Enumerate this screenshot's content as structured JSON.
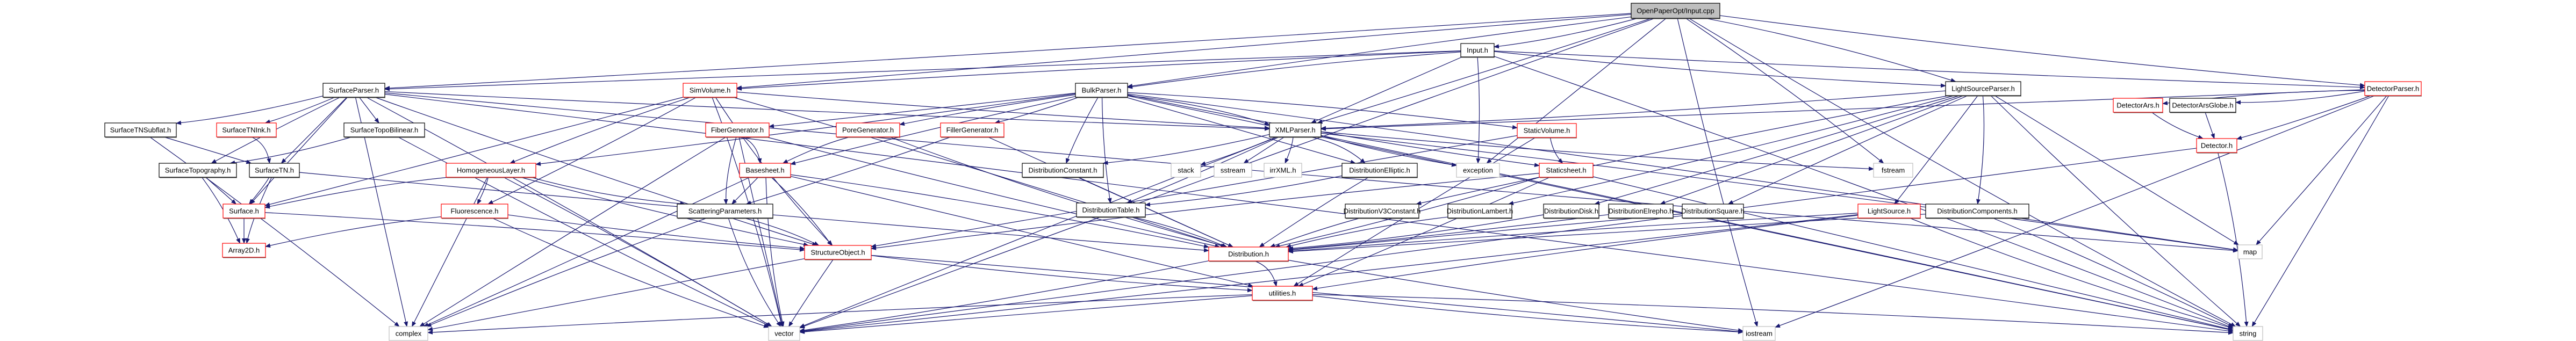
{
  "graph": {
    "title": "OpenPaperOpt/Input.cpp include dependency graph",
    "colors": {
      "edge": "#191970",
      "root_fill": "#bfbfbf",
      "node_border_documented": "#000000",
      "node_border_undocumented": "#ff0000",
      "node_border_external": "#bfbfbf",
      "node_fill": "#ffffff"
    },
    "nodes": [
      {
        "id": "root",
        "label": "OpenPaperOpt/Input.cpp",
        "kind": "root"
      },
      {
        "id": "input_h",
        "label": "Input.h",
        "kind": "normal"
      },
      {
        "id": "surfaceparser",
        "label": "SurfaceParser.h",
        "kind": "normal"
      },
      {
        "id": "simvolume",
        "label": "SimVolume.h",
        "kind": "red"
      },
      {
        "id": "bulkparser",
        "label": "BulkParser.h",
        "kind": "normal"
      },
      {
        "id": "lightsourceparser",
        "label": "LightSourceParser.h",
        "kind": "normal"
      },
      {
        "id": "detectorparser",
        "label": "DetectorParser.h",
        "kind": "red"
      },
      {
        "id": "surfacetnsubflat",
        "label": "SurfaceTNSubflat.h",
        "kind": "normal"
      },
      {
        "id": "surfacetnink",
        "label": "SurfaceTNInk.h",
        "kind": "red"
      },
      {
        "id": "surfacetopobilinear",
        "label": "SurfaceTopoBilinear.h",
        "kind": "normal"
      },
      {
        "id": "fibergenerator",
        "label": "FiberGenerator.h",
        "kind": "red"
      },
      {
        "id": "poregenerator",
        "label": "PoreGenerator.h",
        "kind": "red"
      },
      {
        "id": "fillergenerator",
        "label": "FillerGenerator.h",
        "kind": "red"
      },
      {
        "id": "xmlparser",
        "label": "XMLParser.h",
        "kind": "normal"
      },
      {
        "id": "staticvolume",
        "label": "StaticVolume.h",
        "kind": "red"
      },
      {
        "id": "detectorars",
        "label": "DetectorArs.h",
        "kind": "red"
      },
      {
        "id": "detectorarsglobe",
        "label": "DetectorArsGlobe.h",
        "kind": "normal"
      },
      {
        "id": "surfacetopography",
        "label": "SurfaceTopography.h",
        "kind": "normal"
      },
      {
        "id": "surfacetn",
        "label": "SurfaceTN.h",
        "kind": "normal"
      },
      {
        "id": "homogeneouslayer",
        "label": "HomogeneousLayer.h",
        "kind": "red"
      },
      {
        "id": "basesheet",
        "label": "Basesheet.h",
        "kind": "red"
      },
      {
        "id": "distributionconstant",
        "label": "DistributionConstant.h",
        "kind": "normal"
      },
      {
        "id": "stack",
        "label": "stack",
        "kind": "external"
      },
      {
        "id": "sstream",
        "label": "sstream",
        "kind": "external"
      },
      {
        "id": "irrxml",
        "label": "irrXML.h",
        "kind": "external"
      },
      {
        "id": "distributionelliptic",
        "label": "DistributionElliptic.h",
        "kind": "normal"
      },
      {
        "id": "exception",
        "label": "exception",
        "kind": "external"
      },
      {
        "id": "staticsheet",
        "label": "Staticsheet.h",
        "kind": "red"
      },
      {
        "id": "fstream",
        "label": "fstream",
        "kind": "external"
      },
      {
        "id": "detector",
        "label": "Detector.h",
        "kind": "red"
      },
      {
        "id": "surface",
        "label": "Surface.h",
        "kind": "red"
      },
      {
        "id": "fluorescence",
        "label": "Fluorescence.h",
        "kind": "red"
      },
      {
        "id": "scatteringparameters",
        "label": "ScatteringParameters.h",
        "kind": "normal"
      },
      {
        "id": "distributiontable",
        "label": "DistributionTable.h",
        "kind": "normal"
      },
      {
        "id": "distributionv3constant",
        "label": "DistributionV3Constant.h",
        "kind": "normal"
      },
      {
        "id": "distributionlambert",
        "label": "DistributionLambert.h",
        "kind": "normal"
      },
      {
        "id": "distributiondisk",
        "label": "DistributionDisk.h",
        "kind": "normal"
      },
      {
        "id": "distributionelrepho",
        "label": "DistributionElrepho.h",
        "kind": "normal"
      },
      {
        "id": "distributionsquare",
        "label": "DistributionSquare.h",
        "kind": "normal"
      },
      {
        "id": "lightsource",
        "label": "LightSource.h",
        "kind": "red"
      },
      {
        "id": "distributioncomponents",
        "label": "DistributionComponents.h",
        "kind": "normal"
      },
      {
        "id": "map",
        "label": "map",
        "kind": "external"
      },
      {
        "id": "array2d",
        "label": "Array2D.h",
        "kind": "red"
      },
      {
        "id": "structureobject",
        "label": "StructureObject.h",
        "kind": "red"
      },
      {
        "id": "distribution",
        "label": "Distribution.h",
        "kind": "red"
      },
      {
        "id": "utilities",
        "label": "utilities.h",
        "kind": "red"
      },
      {
        "id": "complex",
        "label": "complex",
        "kind": "external"
      },
      {
        "id": "vector",
        "label": "vector",
        "kind": "external"
      },
      {
        "id": "iostream",
        "label": "iostream",
        "kind": "external"
      },
      {
        "id": "string",
        "label": "string",
        "kind": "external"
      }
    ],
    "edges": [
      [
        "root",
        "input_h"
      ],
      [
        "root",
        "surfaceparser"
      ],
      [
        "root",
        "simvolume"
      ],
      [
        "root",
        "bulkparser"
      ],
      [
        "root",
        "lightsourceparser"
      ],
      [
        "root",
        "detectorparser"
      ],
      [
        "root",
        "xmlparser"
      ],
      [
        "root",
        "exception"
      ],
      [
        "root",
        "fstream"
      ],
      [
        "root",
        "vector"
      ],
      [
        "root",
        "string"
      ],
      [
        "root",
        "iostream"
      ],
      [
        "input_h",
        "surfaceparser"
      ],
      [
        "input_h",
        "simvolume"
      ],
      [
        "input_h",
        "bulkparser"
      ],
      [
        "input_h",
        "lightsourceparser"
      ],
      [
        "input_h",
        "detectorparser"
      ],
      [
        "input_h",
        "xmlparser"
      ],
      [
        "input_h",
        "exception"
      ],
      [
        "input_h",
        "string"
      ],
      [
        "surfaceparser",
        "surfacetnsubflat"
      ],
      [
        "surfaceparser",
        "surfacetnink"
      ],
      [
        "surfaceparser",
        "surfacetopobilinear"
      ],
      [
        "surfaceparser",
        "surfacetopography"
      ],
      [
        "surfaceparser",
        "surfacetn"
      ],
      [
        "surfaceparser",
        "surface"
      ],
      [
        "surfaceparser",
        "xmlparser"
      ],
      [
        "surfaceparser",
        "complex"
      ],
      [
        "surfaceparser",
        "vector"
      ],
      [
        "surfaceparser",
        "string"
      ],
      [
        "surfaceparser",
        "map"
      ],
      [
        "surfaceparser",
        "structureobject"
      ],
      [
        "surfacetnsubflat",
        "surfacetn"
      ],
      [
        "surfacetnsubflat",
        "complex"
      ],
      [
        "surfacetnink",
        "surfacetn"
      ],
      [
        "surfacetopobilinear",
        "surfacetopography"
      ],
      [
        "surfacetopobilinear",
        "vector"
      ],
      [
        "surfacetopography",
        "surface"
      ],
      [
        "surfacetopography",
        "array2d"
      ],
      [
        "surfacetn",
        "surface"
      ],
      [
        "surfacetn",
        "array2d"
      ],
      [
        "surfacetn",
        "distribution"
      ],
      [
        "surface",
        "array2d"
      ],
      [
        "surface",
        "structureobject"
      ],
      [
        "simvolume",
        "homogeneouslayer"
      ],
      [
        "simvolume",
        "structureobject"
      ],
      [
        "simvolume",
        "xmlparser"
      ],
      [
        "simvolume",
        "surface"
      ],
      [
        "simvolume",
        "distribution"
      ],
      [
        "simvolume",
        "vector"
      ],
      [
        "simvolume",
        "fluorescence"
      ],
      [
        "bulkparser",
        "fillergenerator"
      ],
      [
        "bulkparser",
        "fibergenerator"
      ],
      [
        "bulkparser",
        "poregenerator"
      ],
      [
        "bulkparser",
        "xmlparser"
      ],
      [
        "bulkparser",
        "distributionconstant"
      ],
      [
        "bulkparser",
        "distributiontable"
      ],
      [
        "bulkparser",
        "distributionelliptic"
      ],
      [
        "bulkparser",
        "basesheet"
      ],
      [
        "bulkparser",
        "staticvolume"
      ],
      [
        "bulkparser",
        "staticsheet"
      ],
      [
        "bulkparser",
        "homogeneouslayer"
      ],
      [
        "bulkparser",
        "string"
      ],
      [
        "bulkparser",
        "map"
      ],
      [
        "fibergenerator",
        "basesheet"
      ],
      [
        "fibergenerator",
        "scatteringparameters"
      ],
      [
        "fibergenerator",
        "distribution"
      ],
      [
        "fibergenerator",
        "vector"
      ],
      [
        "fibergenerator",
        "complex"
      ],
      [
        "poregenerator",
        "basesheet"
      ],
      [
        "poregenerator",
        "distribution"
      ],
      [
        "fillergenerator",
        "scatteringparameters"
      ],
      [
        "fillergenerator",
        "distribution"
      ],
      [
        "homogeneouslayer",
        "fluorescence"
      ],
      [
        "homogeneouslayer",
        "surface"
      ],
      [
        "homogeneouslayer",
        "scatteringparameters"
      ],
      [
        "homogeneouslayer",
        "structureobject"
      ],
      [
        "homogeneouslayer",
        "complex"
      ],
      [
        "homogeneouslayer",
        "vector"
      ],
      [
        "fluorescence",
        "array2d"
      ],
      [
        "fluorescence",
        "vector"
      ],
      [
        "fluorescence",
        "structureobject"
      ],
      [
        "basesheet",
        "scatteringparameters"
      ],
      [
        "basesheet",
        "structureobject"
      ],
      [
        "basesheet",
        "distribution"
      ],
      [
        "basesheet",
        "vector"
      ],
      [
        "basesheet",
        "complex"
      ],
      [
        "basesheet",
        "utilities"
      ],
      [
        "scatteringparameters",
        "structureobject"
      ],
      [
        "scatteringparameters",
        "complex"
      ],
      [
        "scatteringparameters",
        "vector"
      ],
      [
        "xmlparser",
        "stack"
      ],
      [
        "xmlparser",
        "sstream"
      ],
      [
        "xmlparser",
        "irrxml"
      ],
      [
        "xmlparser",
        "distributionelliptic"
      ],
      [
        "xmlparser",
        "distributionconstant"
      ],
      [
        "xmlparser",
        "exception"
      ],
      [
        "xmlparser",
        "string"
      ],
      [
        "xmlparser",
        "vector"
      ],
      [
        "xmlparser",
        "map"
      ],
      [
        "xmlparser",
        "fstream"
      ],
      [
        "xmlparser",
        "distributiontable"
      ],
      [
        "distributionconstant",
        "distribution"
      ],
      [
        "distributiontable",
        "distribution"
      ],
      [
        "distributionelliptic",
        "distribution"
      ],
      [
        "distributionelliptic",
        "distributiontable"
      ],
      [
        "staticvolume",
        "staticsheet"
      ],
      [
        "staticvolume",
        "structureobject"
      ],
      [
        "staticvolume",
        "utilities"
      ],
      [
        "staticsheet",
        "structureobject"
      ],
      [
        "staticsheet",
        "distribution"
      ],
      [
        "staticsheet",
        "utilities"
      ],
      [
        "staticsheet",
        "string"
      ],
      [
        "lightsourceparser",
        "lightsource"
      ],
      [
        "lightsourceparser",
        "distributionv3constant"
      ],
      [
        "lightsourceparser",
        "distributionlambert"
      ],
      [
        "lightsourceparser",
        "distributiondisk"
      ],
      [
        "lightsourceparser",
        "distributionelrepho"
      ],
      [
        "lightsourceparser",
        "distributionsquare"
      ],
      [
        "lightsourceparser",
        "distributioncomponents"
      ],
      [
        "lightsourceparser",
        "xmlparser"
      ],
      [
        "lightsourceparser",
        "string"
      ],
      [
        "lightsourceparser",
        "map"
      ],
      [
        "distributionv3constant",
        "distribution"
      ],
      [
        "distributionlambert",
        "distribution"
      ],
      [
        "distributiondisk",
        "distribution"
      ],
      [
        "distributionelrepho",
        "distribution"
      ],
      [
        "distributionsquare",
        "distribution"
      ],
      [
        "lightsource",
        "distribution"
      ],
      [
        "lightsource",
        "utilities"
      ],
      [
        "lightsource",
        "string"
      ],
      [
        "lightsource",
        "vector"
      ],
      [
        "distributioncomponents",
        "distribution"
      ],
      [
        "distributioncomponents",
        "string"
      ],
      [
        "detectorparser",
        "detectorars"
      ],
      [
        "detectorparser",
        "detectorarsglobe"
      ],
      [
        "detectorparser",
        "detector"
      ],
      [
        "detectorparser",
        "xmlparser"
      ],
      [
        "detectorparser",
        "string"
      ],
      [
        "detectorparser",
        "map"
      ],
      [
        "detectorparser",
        "iostream"
      ],
      [
        "detectorars",
        "detector"
      ],
      [
        "detectorarsglobe",
        "detector"
      ],
      [
        "detector",
        "vector"
      ],
      [
        "detector",
        "string"
      ],
      [
        "structureobject",
        "utilities"
      ],
      [
        "structureobject",
        "vector"
      ],
      [
        "structureobject",
        "complex"
      ],
      [
        "structureobject",
        "iostream"
      ],
      [
        "distribution",
        "utilities"
      ],
      [
        "distribution",
        "vector"
      ],
      [
        "distribution",
        "iostream"
      ],
      [
        "utilities",
        "vector"
      ],
      [
        "utilities",
        "complex"
      ],
      [
        "utilities",
        "string"
      ],
      [
        "utilities",
        "iostream"
      ]
    ]
  }
}
